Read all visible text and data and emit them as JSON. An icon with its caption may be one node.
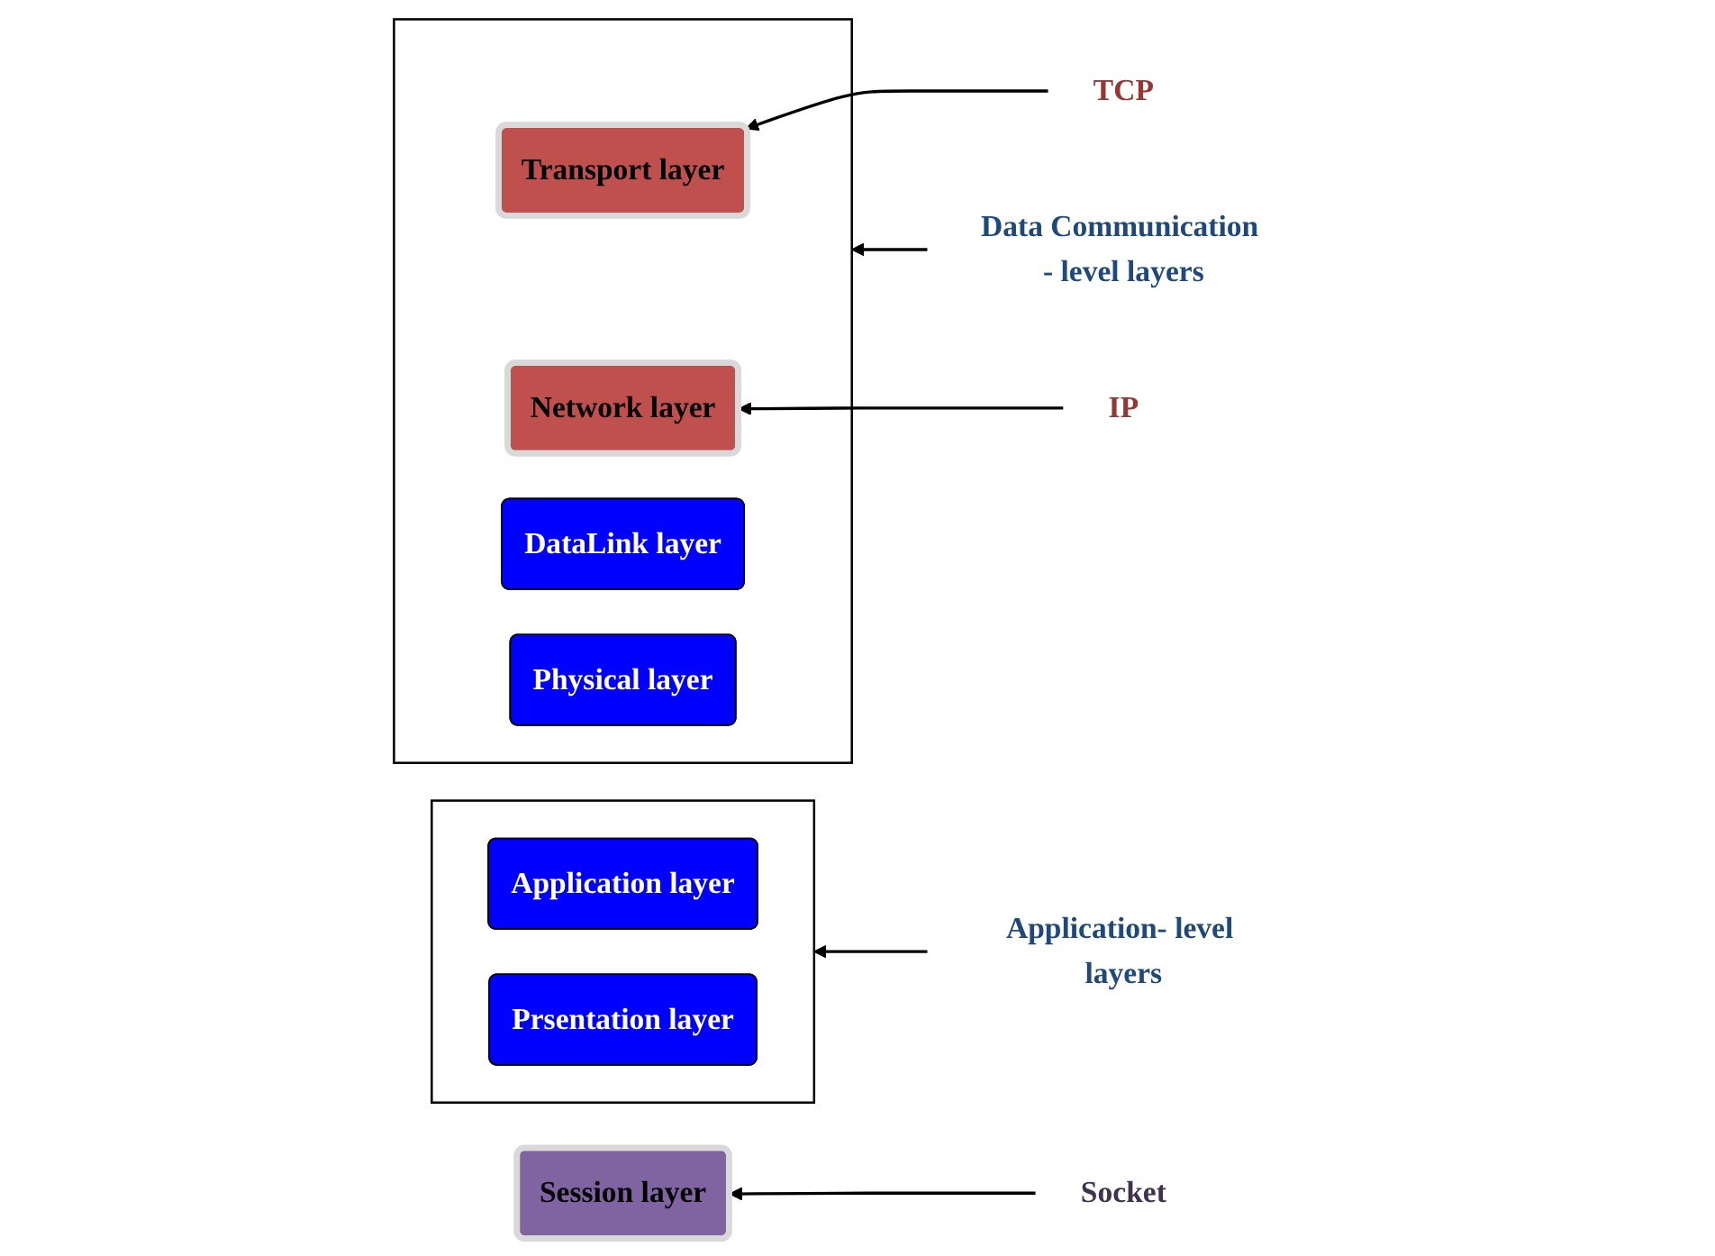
{
  "diagram": {
    "nodes": [
      {
        "text": [],
        "shape": "box"
      },
      {
        "text": [
          "Application  layer"
        ],
        "in": 0
      },
      {
        "text": [
          "Prsentation  layer"
        ],
        "in": 0
      },
      {
        "text": [
          "Application- level layers"
        ]
      },
      {
        "text": [
          "Session  layer"
        ]
      },
      {
        "text": [
          "Socket"
        ]
      },
      {
        "text": [],
        "shape": "box"
      },
      {
        "text": [
          "Transport  layer"
        ],
        "in": 6
      },
      {
        "text": [
          "Network layer"
        ],
        "in": 6
      },
      {
        "text": [
          "DataLink layer"
        ],
        "in": 6
      },
      {
        "text": [
          "Physical layer"
        ],
        "in": 6
      },
      {
        "text": [
          "TCP"
        ]
      },
      {
        "text": [
          "IP"
        ]
      },
      {
        "text": [
          "Data Communication - level layers"
        ]
      }
    ],
    "edges": [
      {
        "from": 3,
        "to": 0,
        "arrow": "to"
      },
      {
        "from": 5,
        "to": 4,
        "arrow": "to"
      },
      {
        "from": 11,
        "to": 7,
        "arrow": "to"
      },
      {
        "from": 12,
        "to": 8,
        "arrow": "to"
      },
      {
        "from": 13,
        "to": 6,
        "arrow": "to"
      }
    ]
  }
}
